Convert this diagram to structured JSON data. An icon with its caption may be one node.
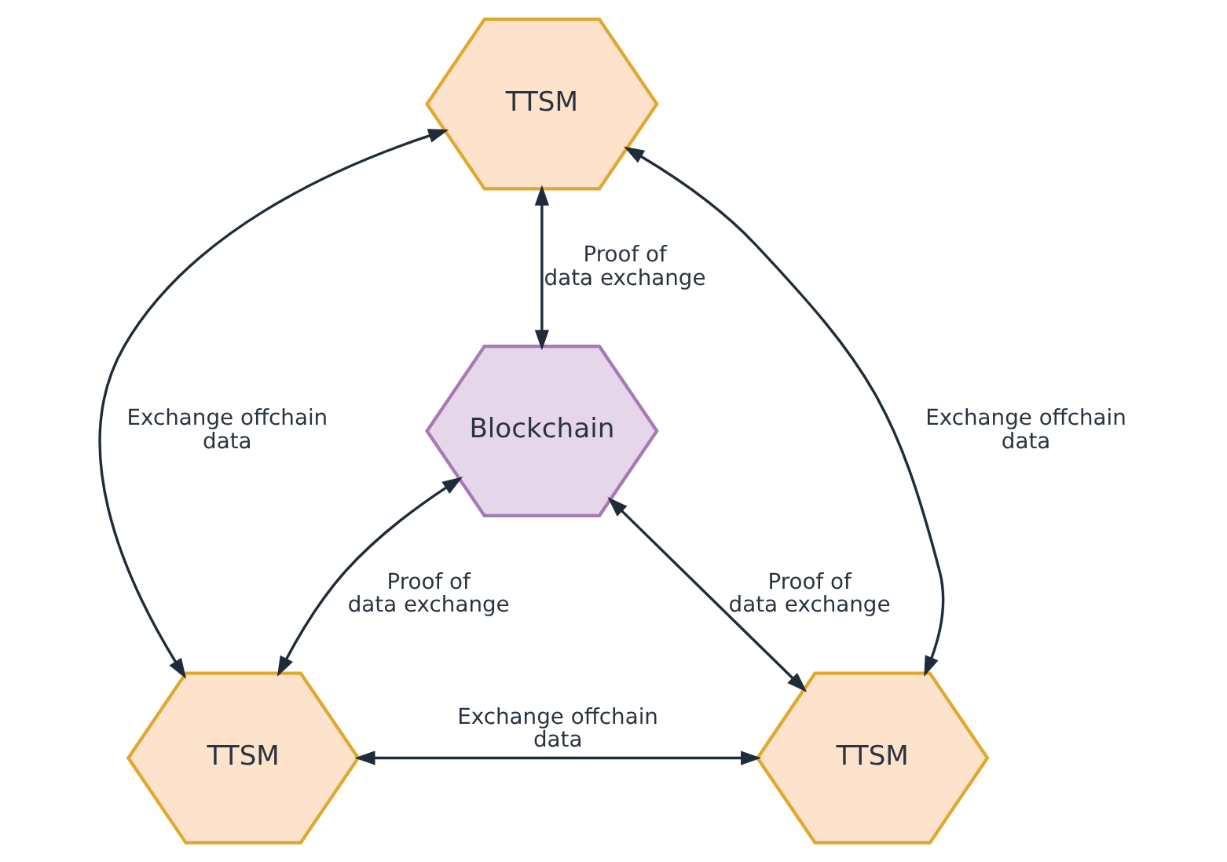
{
  "diagram": {
    "nodes": [
      {
        "text": [
          "TTSM"
        ]
      },
      {
        "text": [
          "Blockchain"
        ]
      },
      {
        "text": [
          "TTSM"
        ]
      },
      {
        "text": [
          "TTSM"
        ]
      }
    ],
    "edges": [
      {
        "from": 0,
        "to": 2,
        "arrow": "both",
        "label": "Exchange offchain data"
      },
      {
        "from": 0,
        "to": 1,
        "arrow": "both",
        "label": "Proof of data exchange"
      },
      {
        "from": 0,
        "to": 3,
        "arrow": "both",
        "label": "Exchange offchain data"
      },
      {
        "from": 1,
        "to": 2,
        "arrow": "both",
        "label": "Proof of data exchange"
      },
      {
        "from": 1,
        "to": 3,
        "arrow": "both",
        "label": "Proof of data exchange"
      },
      {
        "from": 2,
        "to": 3,
        "arrow": "both",
        "label": "Exchange offchain data"
      }
    ]
  }
}
